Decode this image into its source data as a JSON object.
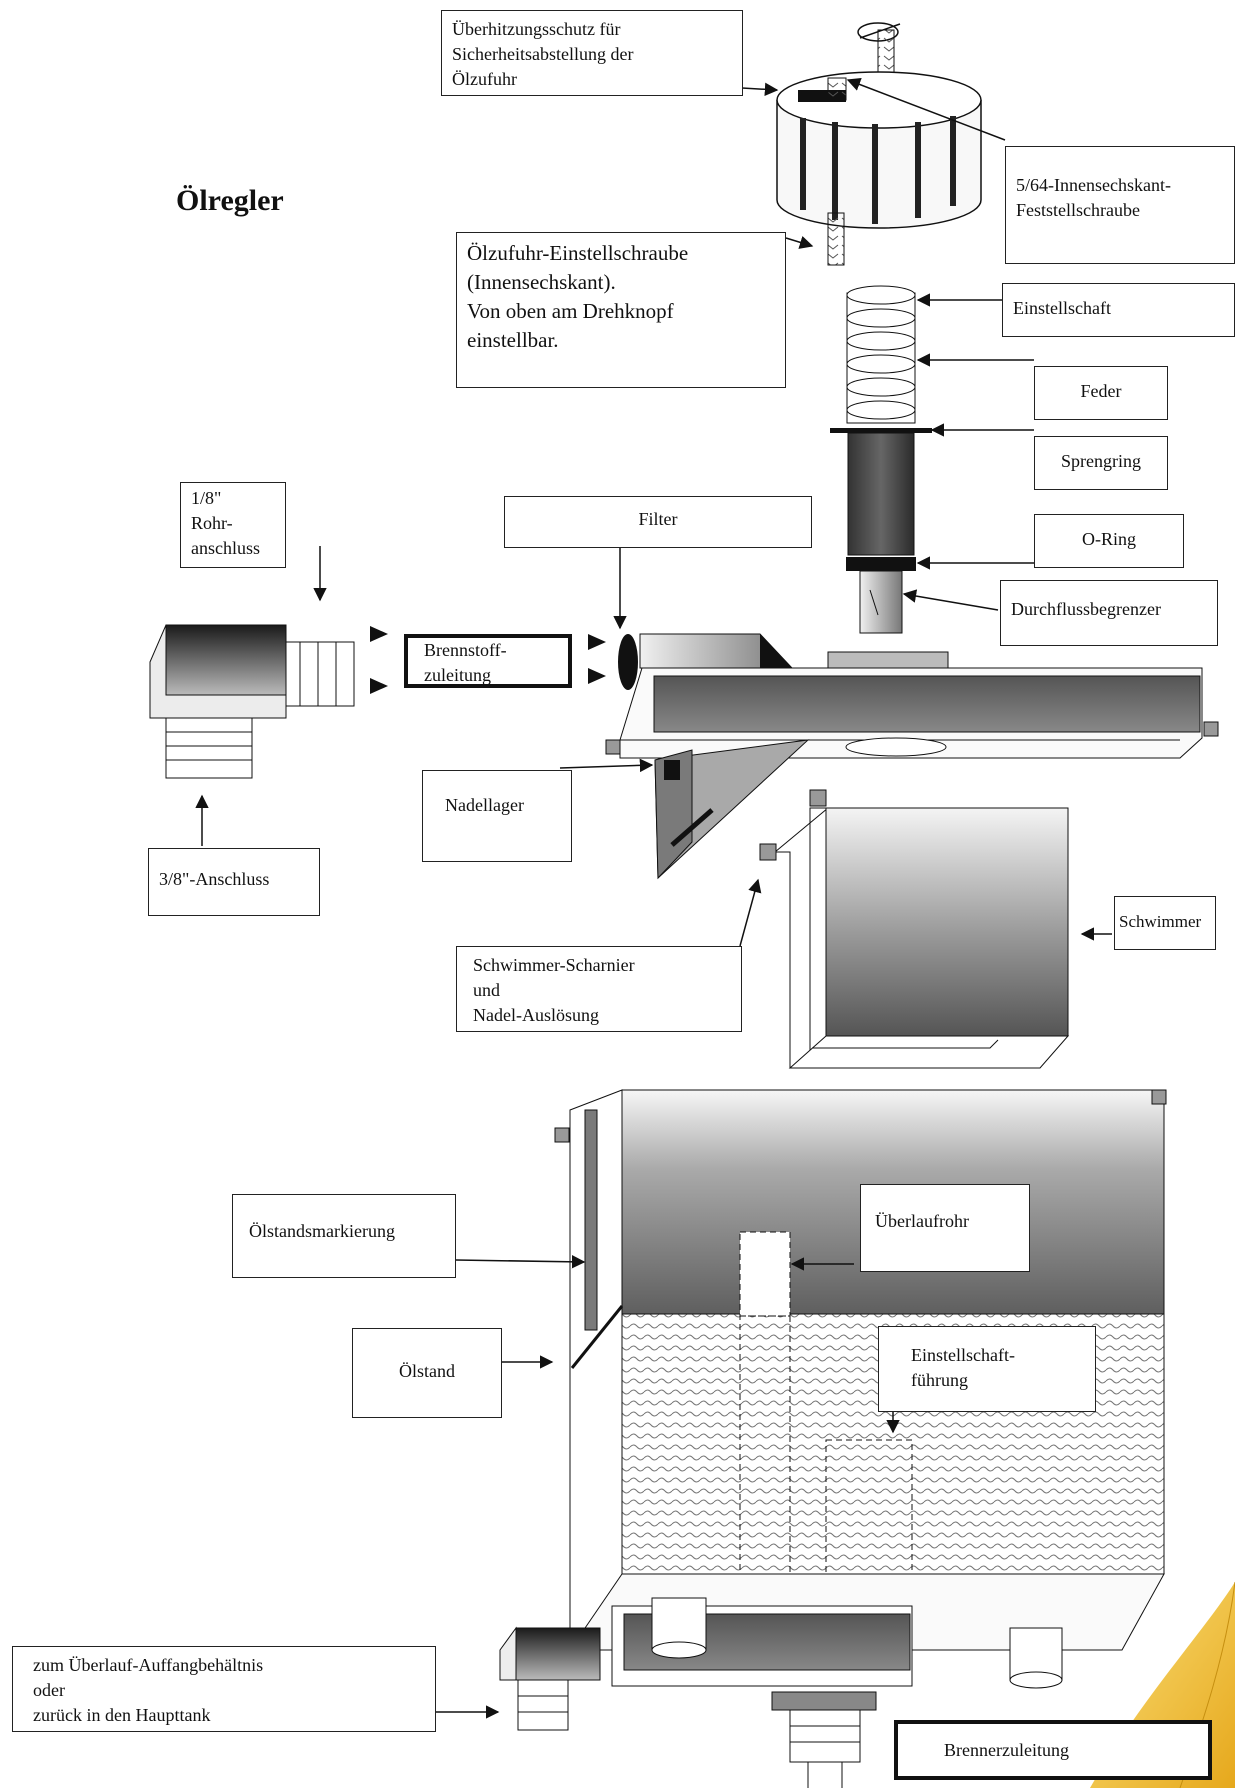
{
  "title": "Ölregler",
  "labels": {
    "overheat": [
      "Überhitzungsschutz für",
      "Sicherheitsabstellung der",
      "Ölzufuhr"
    ],
    "hex_screw": [
      "5/64-Innensechskant-",
      "Feststellschraube"
    ],
    "oil_supply_screw": [
      "Ölzufuhr-Einstellschraube",
      "(Innensechskant).",
      "Von oben am Drehknopf",
      "einstellbar."
    ],
    "adjust_shaft": "Einstellschaft",
    "spring": "Feder",
    "snap_ring": "Sprengring",
    "o_ring": "O-Ring",
    "flow_limiter": "Durchflussbegrenzer",
    "pipe_conn_18": [
      "1/8\"",
      "Rohr-",
      "anschluss"
    ],
    "filter": "Filter",
    "fuel_supply": [
      "Brennstoff-",
      "zuleitung"
    ],
    "needle_bearing": "Nadellager",
    "conn_38": "3/8\"-Anschluss",
    "float": "Schwimmer",
    "float_hinge": [
      "Schwimmer-Scharnier",
      "und",
      "Nadel-Auslösung"
    ],
    "oil_level_mark": "Ölstandsmarkierung",
    "overflow_pipe": "Überlaufrohr",
    "oil_level": "Ölstand",
    "shaft_guide": [
      "Einstellschaft-",
      "führung"
    ],
    "overflow_return": [
      "zum Überlauf-Auffangbehältnis",
      "oder",
      "zurück in den Haupttank"
    ],
    "burner_supply": "Brennerzuleitung"
  },
  "colors": {
    "line": "#111111",
    "dark_metal": "#2a2a2a",
    "mid_metal": "#8a8a8a",
    "light_metal": "#d8d8d8",
    "page_curl": "#f2c233"
  }
}
